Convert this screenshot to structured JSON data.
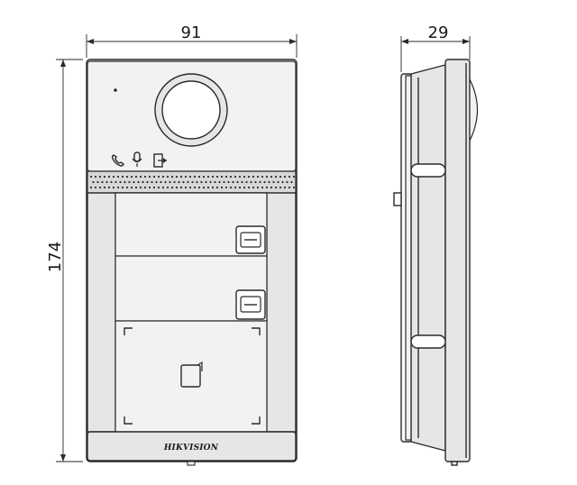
{
  "dimensions": {
    "width": "91",
    "height": "174",
    "depth": "29"
  },
  "brand": {
    "logo_text": "HIKVISION"
  },
  "icons": {
    "front_status": [
      "phone-icon",
      "microphone-icon",
      "door-open-icon"
    ]
  },
  "colors": {
    "line": "#2a2a2a",
    "panel_fill": "#e6e6e6",
    "background": "#ffffff"
  }
}
